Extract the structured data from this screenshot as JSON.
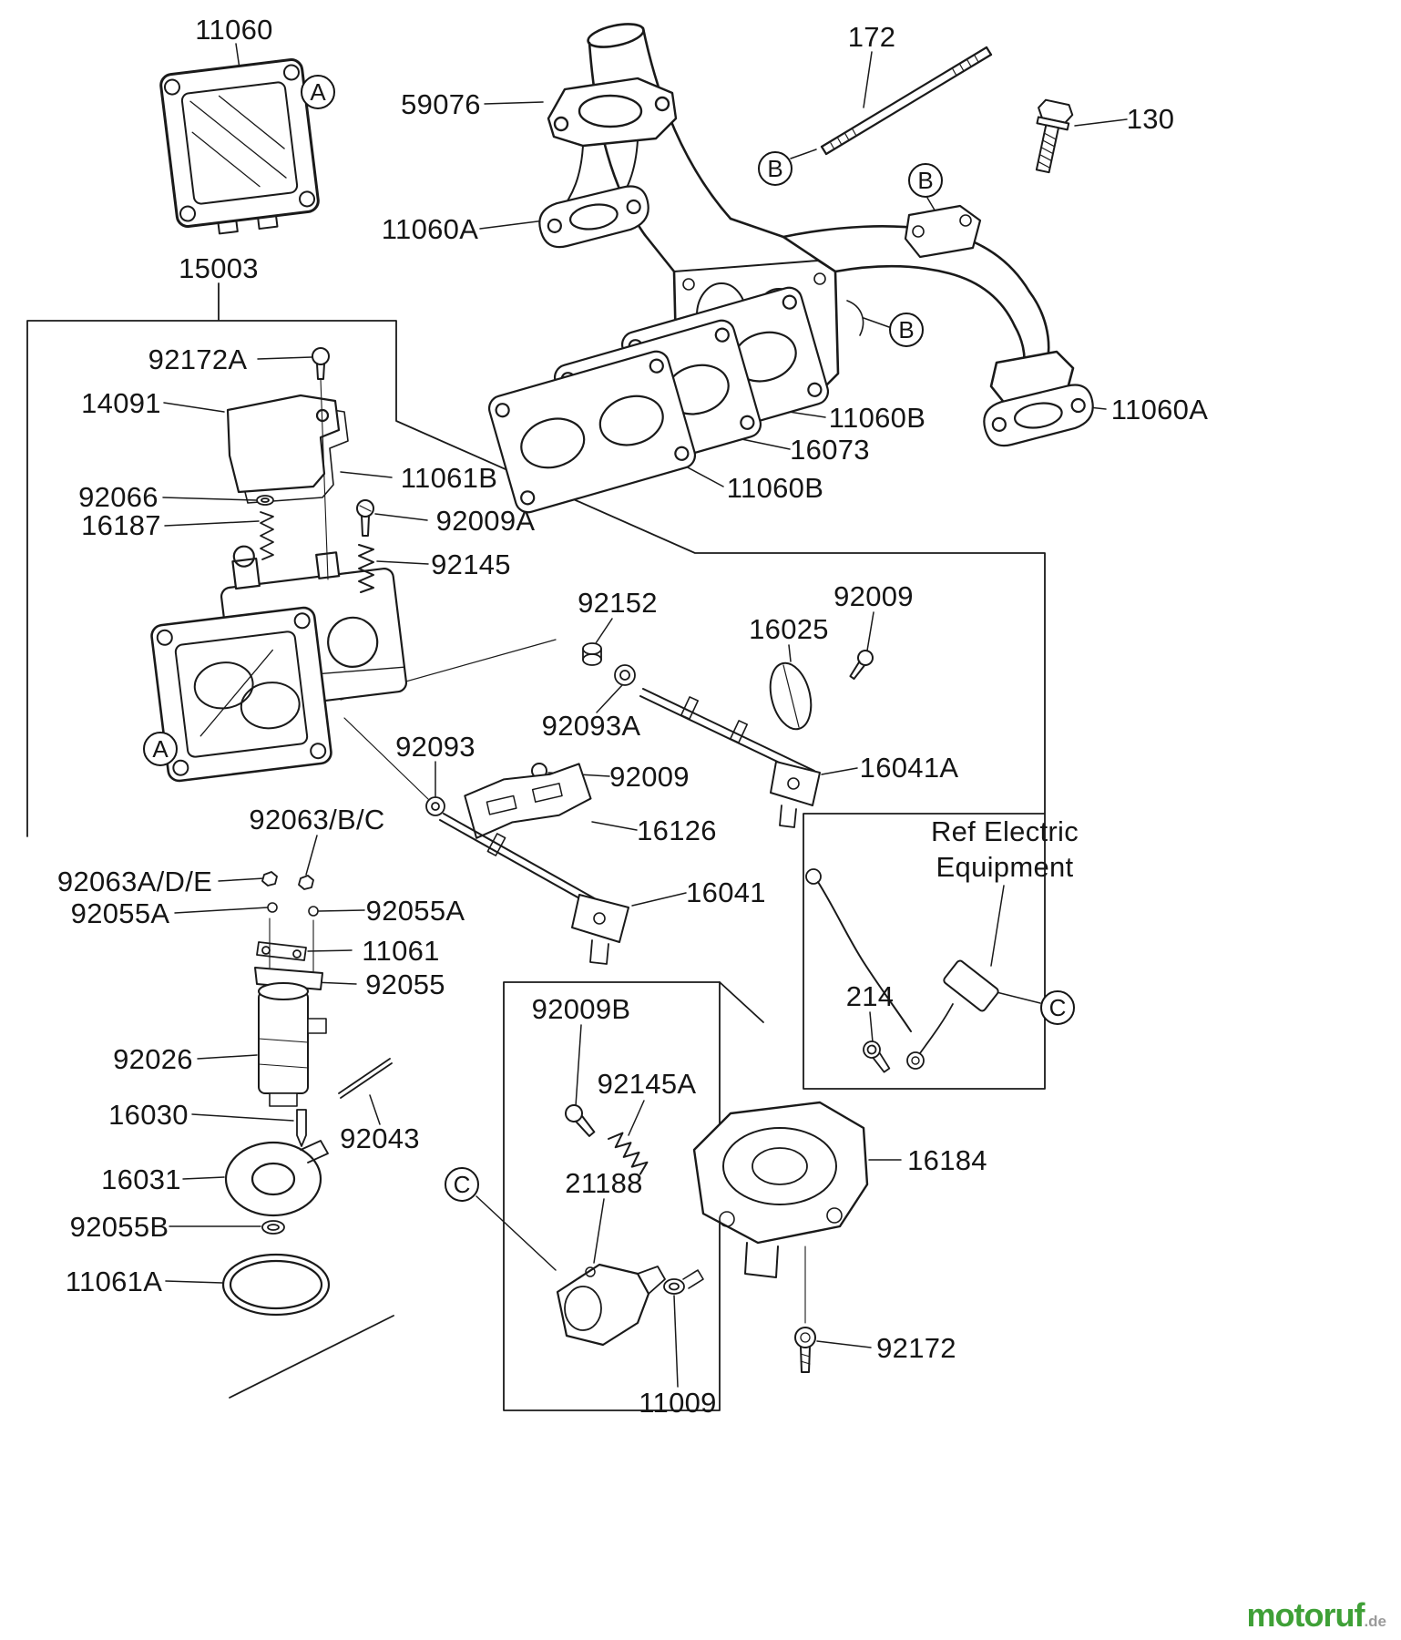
{
  "page": {
    "background": "#ffffff",
    "line_color": "#1a1a1a"
  },
  "labels": {
    "p11060": "11060",
    "p59076": "59076",
    "p172": "172",
    "p130": "130",
    "p11060a_left": "11060A",
    "p11060a_right": "11060A",
    "p11060b_upper": "11060B",
    "p16073": "16073",
    "p11060b_lower": "11060B",
    "p15003": "15003",
    "p92172a": "92172A",
    "p14091": "14091",
    "p92066": "92066",
    "p16187": "16187",
    "p11061b": "11061B",
    "p92009a": "92009A",
    "p92145": "92145",
    "p92152": "92152",
    "p16025": "16025",
    "p92009_top": "92009",
    "p92093a": "92093A",
    "p16041a": "16041A",
    "p92093": "92093",
    "p92009_mid": "92009",
    "p16126": "16126",
    "p16041": "16041",
    "p92063bc": "92063/B/C",
    "p92063ade": "92063A/D/E",
    "p92055a_left": "92055A",
    "p92055a_right": "92055A",
    "p11061": "11061",
    "p92055": "92055",
    "p92026": "92026",
    "p16030": "16030",
    "p92043": "92043",
    "p16031": "16031",
    "p92055b": "92055B",
    "p11061a": "11061A",
    "ref_electric_line1": "Ref Electric",
    "ref_electric_line2": "Equipment",
    "p214": "214",
    "p92009b": "92009B",
    "p92145a": "92145A",
    "p16184": "16184",
    "p21188": "21188",
    "p11009": "11009",
    "p92172": "92172"
  },
  "callouts": {
    "a1": "A",
    "a2": "A",
    "b1": "B",
    "b2": "B",
    "b3": "B",
    "c1": "C",
    "c2": "C"
  },
  "brand": {
    "name": "motoruf",
    "tld": ".de",
    "green": "#3fa037",
    "gray": "#9a9a9a"
  }
}
